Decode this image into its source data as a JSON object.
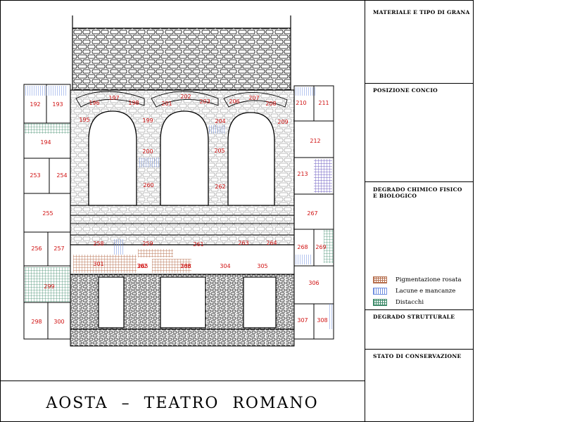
{
  "title": "AOSTA – TEATRO ROMANO",
  "panels": {
    "material": "MATERIALE E TIPO DI GRANA",
    "position": "POSIZIONE CONCIO",
    "chem_decay": "DEGRADO CHIMICO FISICO E BIOLOGICO",
    "struct_decay": "DEGRADO STRUTTURALE",
    "conservation": "STATO DI CONSERVAZIONE"
  },
  "legend": [
    {
      "label": "Pigmentazione rosata",
      "color": "#b7704f",
      "pattern": "grid"
    },
    {
      "label": "Lacune e mancanze",
      "color": "#6f8fe0",
      "pattern": "vlines"
    },
    {
      "label": "Distacchi",
      "color": "#3e8a6a",
      "pattern": "grid"
    }
  ],
  "block_labels": [
    {
      "text": "192"
    },
    {
      "text": "193"
    },
    {
      "text": "194"
    },
    {
      "text": "195"
    },
    {
      "text": "196"
    },
    {
      "text": "197"
    },
    {
      "text": "198"
    },
    {
      "text": "199"
    },
    {
      "text": "200"
    },
    {
      "text": "201"
    },
    {
      "text": "202"
    },
    {
      "text": "203"
    },
    {
      "text": "204"
    },
    {
      "text": "205"
    },
    {
      "text": "206"
    },
    {
      "text": "207"
    },
    {
      "text": "208"
    },
    {
      "text": "209"
    },
    {
      "text": "210"
    },
    {
      "text": "211"
    },
    {
      "text": "212"
    },
    {
      "text": "213"
    },
    {
      "text": "253"
    },
    {
      "text": "254"
    },
    {
      "text": "255"
    },
    {
      "text": "256"
    },
    {
      "text": "257"
    },
    {
      "text": "258"
    },
    {
      "text": "259"
    },
    {
      "text": "260"
    },
    {
      "text": "261"
    },
    {
      "text": "262"
    },
    {
      "text": "263"
    },
    {
      "text": "264"
    },
    {
      "text": "265"
    },
    {
      "text": "266"
    },
    {
      "text": "267"
    },
    {
      "text": "268"
    },
    {
      "text": "269"
    },
    {
      "text": "298"
    },
    {
      "text": "299"
    },
    {
      "text": "300"
    },
    {
      "text": "301"
    },
    {
      "text": "302"
    },
    {
      "text": "303"
    },
    {
      "text": "304"
    },
    {
      "text": "305"
    },
    {
      "text": "306"
    },
    {
      "text": "307"
    },
    {
      "text": "308"
    }
  ]
}
